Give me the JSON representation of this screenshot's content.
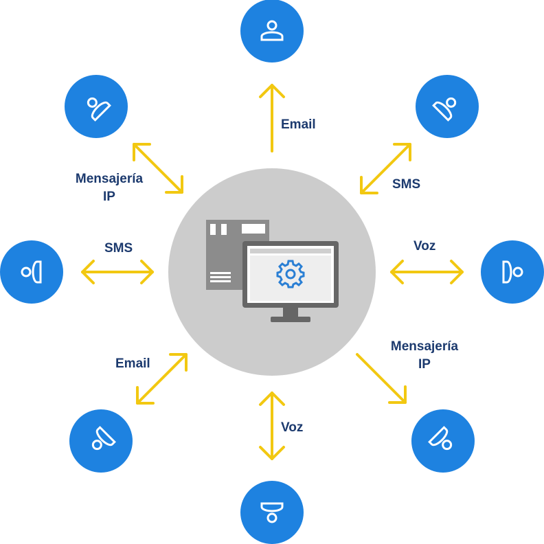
{
  "colors": {
    "arrow": "#f2c811",
    "node": "#1e82e0",
    "hub": "#cccccc",
    "equipment": "#8c8c8c",
    "label": "#1c3a6e",
    "gear": "#2a7fd4"
  },
  "hub": {
    "icons": [
      "server-tower-icon",
      "computer-monitor-icon",
      "gear-icon"
    ]
  },
  "nodes": [
    {
      "id": "top",
      "icon": "person-icon"
    },
    {
      "id": "top-right",
      "icon": "person-icon"
    },
    {
      "id": "right",
      "icon": "person-icon"
    },
    {
      "id": "bottom-right",
      "icon": "person-icon"
    },
    {
      "id": "bottom",
      "icon": "person-icon"
    },
    {
      "id": "bottom-left",
      "icon": "person-icon"
    },
    {
      "id": "left",
      "icon": "person-icon"
    },
    {
      "id": "top-left",
      "icon": "person-icon"
    }
  ],
  "connections": [
    {
      "node": "top",
      "label": "Email",
      "direction": "outbound"
    },
    {
      "node": "top-right",
      "label": "SMS",
      "direction": "bidirectional"
    },
    {
      "node": "right",
      "label": "Voz",
      "direction": "bidirectional"
    },
    {
      "node": "bottom-right",
      "label_lines": [
        "Mensajería",
        "IP"
      ],
      "direction": "outbound"
    },
    {
      "node": "bottom",
      "label": "Voz",
      "direction": "bidirectional"
    },
    {
      "node": "bottom-left",
      "label": "Email",
      "direction": "bidirectional"
    },
    {
      "node": "left",
      "label": "SMS",
      "direction": "bidirectional"
    },
    {
      "node": "top-left",
      "label_lines": [
        "Mensajería",
        "IP"
      ],
      "direction": "bidirectional"
    }
  ]
}
